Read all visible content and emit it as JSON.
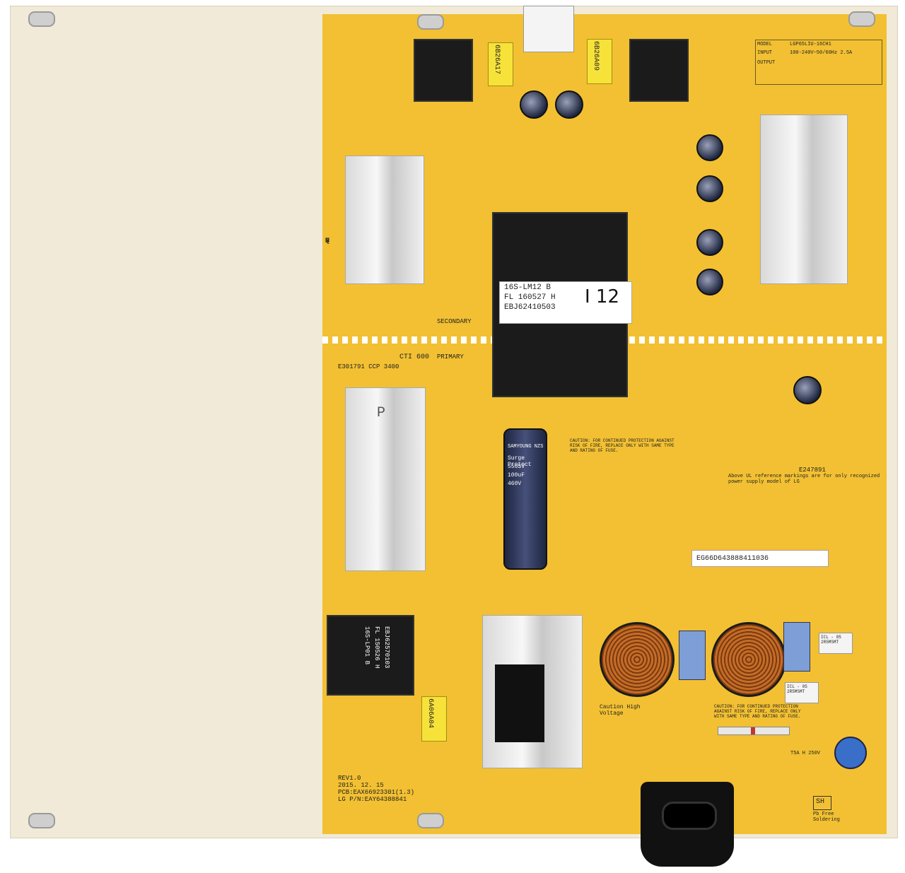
{
  "transformer_label": {
    "line1": "16S-LM12 B",
    "line2": "FL 160527 H",
    "line3": "EBJ62410503",
    "handwriting": "I 12"
  },
  "capacitor_label": {
    "brand": "SAMYOUNG NZS",
    "line1": "Surge Protect",
    "line2": "550SV",
    "line3": "100uF",
    "line4": "460V"
  },
  "standby_transformer_label": {
    "line1": "16S-LP01 B",
    "line2": "FL 150526 H",
    "line3": "EBJ62570103"
  },
  "serial_sticker": "EG66D643888411036",
  "board_revision": {
    "line1": "REV1.0",
    "line2": "2015. 12. 15",
    "line3": "PCB:EAX66923301(1.3)",
    "line4": "LG P/N:EAY64388841"
  },
  "ul_mark": {
    "code": "E247891",
    "note": "Above UL reference markings are for only recognized power supply model of LG"
  },
  "cautions": {
    "high_voltage": "Caution High Voltage",
    "fuse": "CAUTION: FOR CONTINUED PROTECTION AGAINST RISK OF FIRE, REPLACE ONLY WITH SAME TYPE AND RATING OF FUSE."
  },
  "zone_labels": {
    "secondary": "SECONDARY",
    "primary": "PRIMARY"
  },
  "cti": "CTI 600",
  "flammability": "E301791 CCP 3400",
  "fuse_rating": "T5A H 250V",
  "model_table": {
    "model_label": "MODEL",
    "model": "LGP65LIU-16CH1",
    "input_label": "INPUT",
    "input": "100-240V~50/60Hz 2.5A",
    "output_label": "OUTPUT"
  },
  "pb_free": "Pb Free Soldering",
  "sh": "SH",
  "yellow_caps": [
    "6B26A17",
    "6B26A09",
    "6A06A04"
  ],
  "thermistors": [
    "ICL - 05 2R5MSMT",
    "ICL - 05 2R5MSMT"
  ],
  "left_column_letters": [
    "P",
    "Q",
    "R",
    "T"
  ],
  "p_mark": "P",
  "colors": {
    "pcb": "#f2c032",
    "substrate": "#f1ead8",
    "heatsink": "#d9d9d9",
    "capacitor_sleeve": "#2a3352",
    "coil_copper": "#c46c27"
  }
}
